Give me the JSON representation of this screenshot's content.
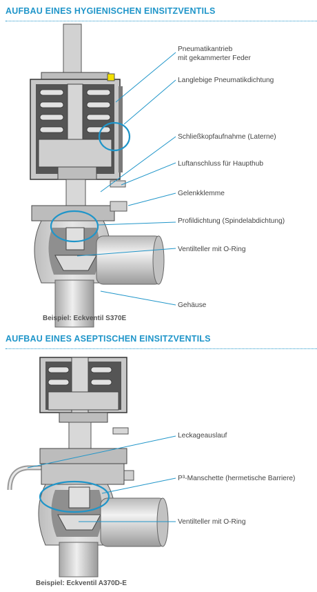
{
  "sections": [
    {
      "title": "AUFBAU EINES HYGIENISCHEN EINSITZVENTILS",
      "caption": "Beispiel: Eckventil S370E",
      "labels": [
        {
          "id": "antrieb",
          "line1": "Pneumatikantrieb",
          "line2": "mit gekammerter Feder"
        },
        {
          "id": "dichtung",
          "line1": "Langlebige Pneumatikdichtung"
        },
        {
          "id": "laterne",
          "line1": "Schließkopfaufnahme (Laterne)"
        },
        {
          "id": "luft",
          "line1": "Luftanschluss für Haupthub"
        },
        {
          "id": "klemme",
          "line1": "Gelenkklemme"
        },
        {
          "id": "profil",
          "line1": "Profildichtung (Spindelabdichtung)"
        },
        {
          "id": "teller",
          "line1": "Ventilteller mit O-Ring"
        },
        {
          "id": "gehaeuse",
          "line1": "Gehäuse"
        }
      ]
    },
    {
      "title": "AUFBAU EINES ASEPTISCHEN EINSITZVENTILS",
      "caption": "Beispiel: Eckventil A370D-E",
      "labels": [
        {
          "id": "leckage",
          "line1": "Leckageauslauf"
        },
        {
          "id": "manschette",
          "line1": "P³-Manschette (hermetische Barriere)"
        },
        {
          "id": "teller2",
          "line1": "Ventilteller mit O-Ring"
        }
      ]
    }
  ],
  "colors": {
    "accent": "#1f95c9",
    "metal_dark": "#4a4a4a",
    "metal_light": "#d4d4d4",
    "seal_yellow": "#f3e000"
  }
}
